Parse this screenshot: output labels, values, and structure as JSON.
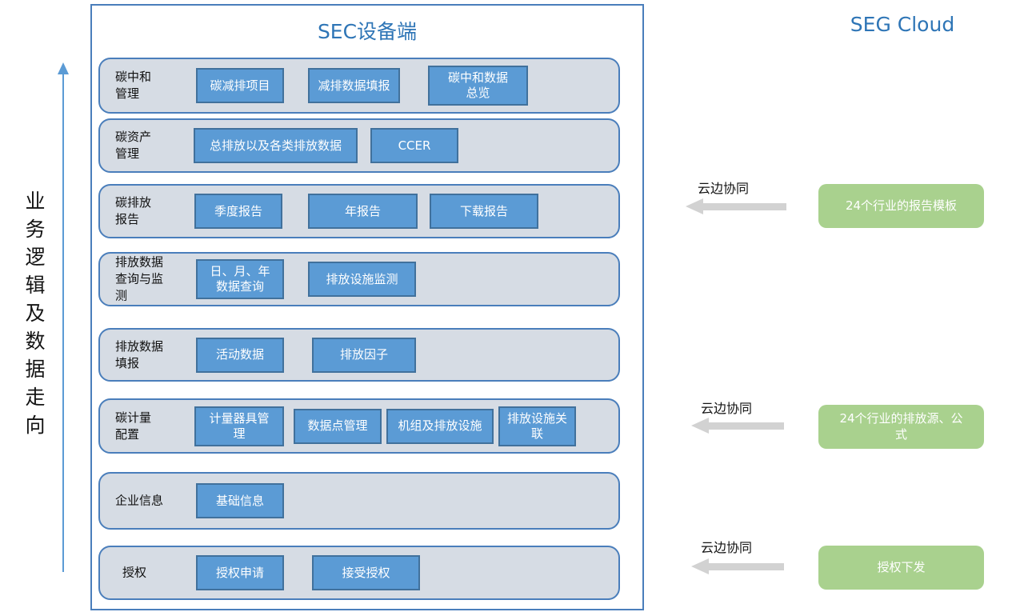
{
  "left_flow": {
    "label": "业务逻辑及数据走向"
  },
  "device_panel": {
    "title": "SEC设备端",
    "rows": [
      {
        "label": "碳中和\n管理",
        "buttons": [
          "碳减排项目",
          "减排数据填报",
          "碳中和数据\n总览"
        ]
      },
      {
        "label": "碳资产\n管理",
        "buttons": [
          "总排放以及各类排放数据",
          "CCER"
        ]
      },
      {
        "label": "碳排放\n报告",
        "buttons": [
          "季度报告",
          "年报告",
          "下载报告"
        ]
      },
      {
        "label": "排放数据\n查询与监\n测",
        "buttons": [
          "日、月、年\n数据查询",
          "排放设施监测"
        ]
      },
      {
        "label": "排放数据\n填报",
        "buttons": [
          "活动数据",
          "排放因子"
        ]
      },
      {
        "label": "碳计量\n配置",
        "buttons": [
          "计量器具管\n理",
          "数据点管理",
          "机组及排放设施",
          "排放设施关\n联"
        ]
      },
      {
        "label": "企业信息",
        "buttons": [
          "基础信息"
        ]
      },
      {
        "label": "授权",
        "buttons": [
          "授权申请",
          "接受授权"
        ]
      }
    ]
  },
  "cloud_panel": {
    "title": "SEG Cloud",
    "links": [
      {
        "label": "云边协同",
        "box": "24个行业的报告模板"
      },
      {
        "label": "云边协同",
        "box": "24个行业的排放源、公\n式"
      },
      {
        "label": "云边协同",
        "box": "授权下发"
      }
    ]
  },
  "colors": {
    "accent_blue": "#5b9bd5",
    "button_border_blue": "#41719c",
    "row_background": "#d6dce4",
    "row_border": "#4a7ebb",
    "title_blue": "#2e75b6",
    "cloud_green": "#a9d18e",
    "arrow_gray": "#d2d2d2"
  }
}
